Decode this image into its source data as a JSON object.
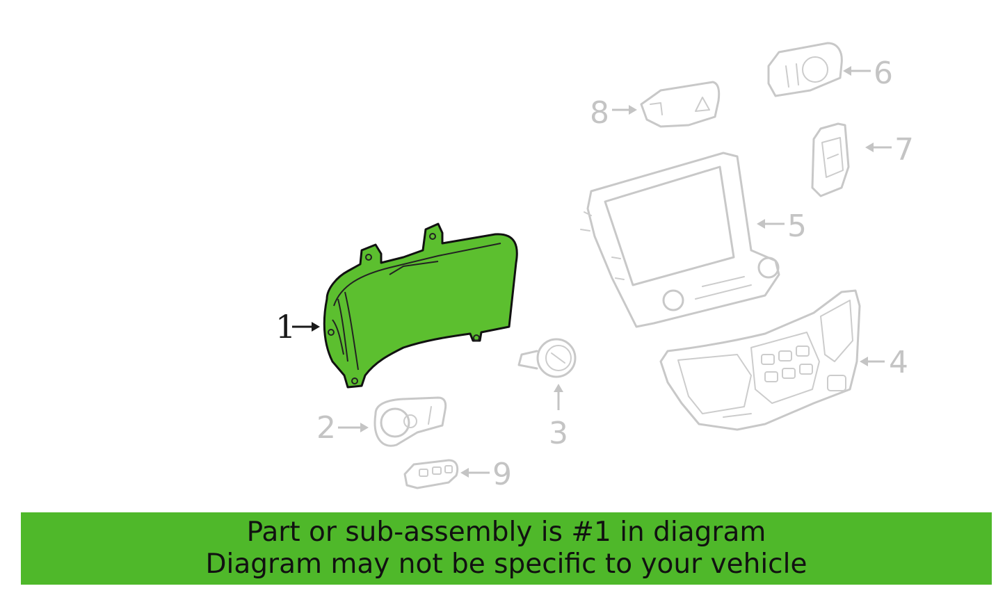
{
  "diagram": {
    "callouts": [
      {
        "id": "1",
        "label": "1"
      },
      {
        "id": "2",
        "label": "2"
      },
      {
        "id": "3",
        "label": "3"
      },
      {
        "id": "4",
        "label": "4"
      },
      {
        "id": "5",
        "label": "5"
      },
      {
        "id": "6",
        "label": "6"
      },
      {
        "id": "7",
        "label": "7"
      },
      {
        "id": "8",
        "label": "8"
      },
      {
        "id": "9",
        "label": "9"
      }
    ],
    "highlight_color": "#5cbf2f",
    "ghost_color": "#c8c8c8"
  },
  "banner": {
    "line1": "Part or sub-assembly is #1 in diagram",
    "line2": "Diagram may not be specific to your vehicle",
    "background": "#4fb82a"
  }
}
